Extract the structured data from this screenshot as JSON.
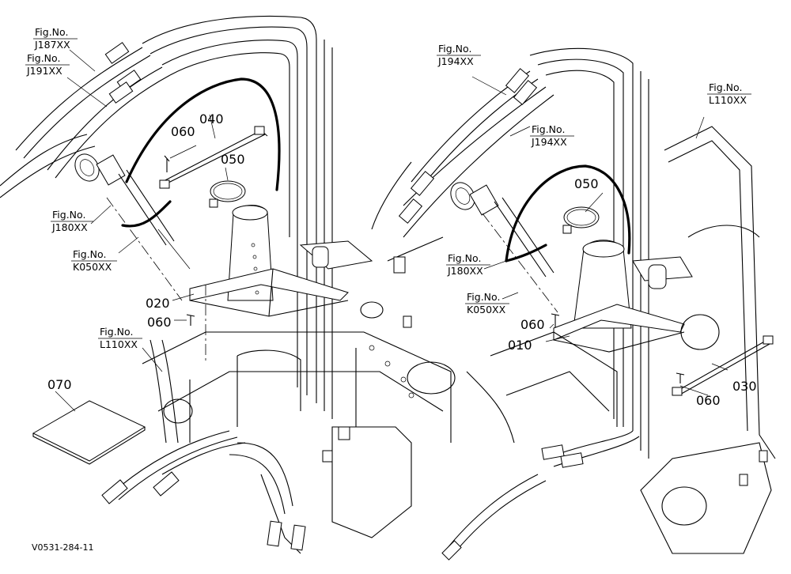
{
  "figure_refs": [
    {
      "id": "fig-j187",
      "label": "Fig.No.",
      "code": "J187XX"
    },
    {
      "id": "fig-j191",
      "label": "Fig.No.",
      "code": "J191XX"
    },
    {
      "id": "fig-j180-left",
      "label": "Fig.No.",
      "code": "J180XX"
    },
    {
      "id": "fig-k050-left",
      "label": "Fig.No.",
      "code": "K050XX"
    },
    {
      "id": "fig-l110-left",
      "label": "Fig.No.",
      "code": "L110XX"
    },
    {
      "id": "fig-j194-top",
      "label": "Fig.No.",
      "code": "J194XX"
    },
    {
      "id": "fig-j194-mid",
      "label": "Fig.No.",
      "code": "J194XX"
    },
    {
      "id": "fig-l110-right",
      "label": "Fig.No.",
      "code": "L110XX"
    },
    {
      "id": "fig-j180-right",
      "label": "Fig.No.",
      "code": "J180XX"
    },
    {
      "id": "fig-k050-right",
      "label": "Fig.No.",
      "code": "K050XX"
    }
  ],
  "part_numbers": [
    {
      "id": "p040",
      "text": "040"
    },
    {
      "id": "p060-a",
      "text": "060"
    },
    {
      "id": "p050-left",
      "text": "050"
    },
    {
      "id": "p020",
      "text": "020"
    },
    {
      "id": "p060-b",
      "text": "060"
    },
    {
      "id": "p070",
      "text": "070"
    },
    {
      "id": "p050-right",
      "text": "050"
    },
    {
      "id": "p060-c",
      "text": "060"
    },
    {
      "id": "p010",
      "text": "010"
    },
    {
      "id": "p030",
      "text": "030"
    },
    {
      "id": "p060-d",
      "text": "060"
    }
  ],
  "drawing_code": "V0531-284-11"
}
